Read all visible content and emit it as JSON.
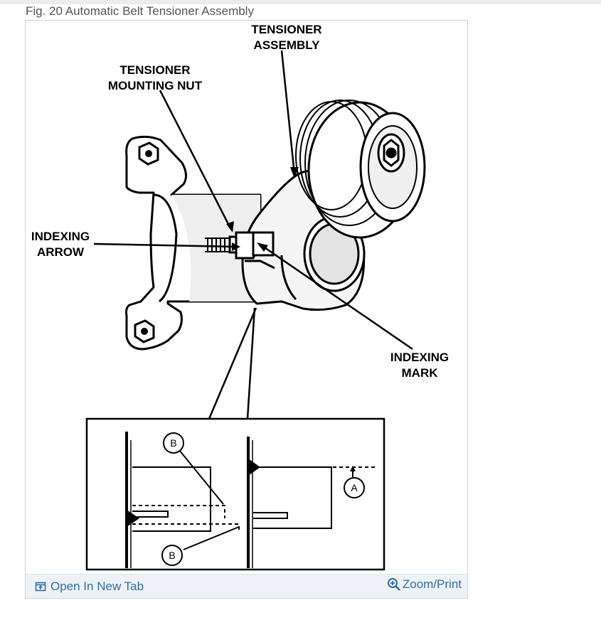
{
  "caption": "Fig. 20 Automatic Belt Tensioner Assembly",
  "labels": {
    "tensioner_assembly_line1": "TENSIONER",
    "tensioner_assembly_line2": "ASSEMBLY",
    "mounting_nut_line1": "TENSIONER",
    "mounting_nut_line2": "MOUNTING NUT",
    "indexing_arrow_line1": "INDEXING",
    "indexing_arrow_line2": "ARROW",
    "indexing_mark_line1": "INDEXING",
    "indexing_mark_line2": "MARK",
    "detail_b_top": "B",
    "detail_b_bottom": "B",
    "detail_a": "A"
  },
  "footer": {
    "open_tab_label": "Open In New Tab",
    "open_tab_icon": "open-in-new-tab-icon",
    "zoom_label": "Zoom/Print",
    "zoom_icon": "zoom-in-icon"
  },
  "colors": {
    "link": "#2f6fa3",
    "caption": "#555555",
    "footer_bg": "#eef1f5",
    "frame_border": "#cfd3d8"
  }
}
